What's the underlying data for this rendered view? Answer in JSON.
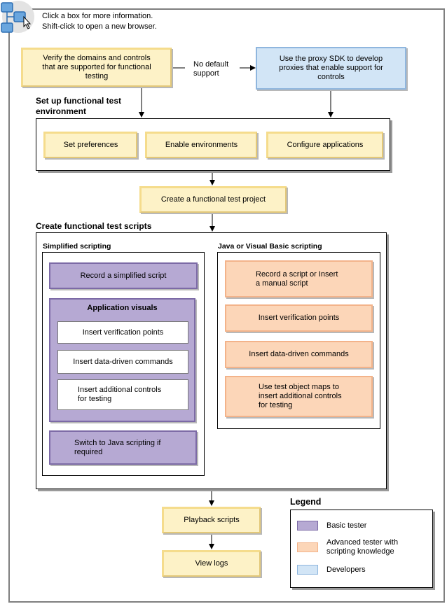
{
  "instructions": {
    "line1": "Click a box for more information.",
    "line2": "Shift-click to open a new browser."
  },
  "top": {
    "verify": "Verify the domains and controls that are supported for functional testing",
    "no_default": "No default support",
    "proxy": "Use the proxy SDK to develop proxies that enable support for controls"
  },
  "setup": {
    "heading": "Set up functional test environment",
    "set_preferences": "Set preferences",
    "enable_environments": "Enable environments",
    "configure_applications": "Configure applications"
  },
  "create_project": "Create a functional test project",
  "scripts": {
    "heading": "Create functional test scripts",
    "simplified": {
      "heading": "Simplified scripting",
      "record": "Record a simplified script",
      "app_visuals": {
        "heading": "Application visuals",
        "verification": "Insert verification points",
        "data_driven": "Insert data-driven commands",
        "additional": "Insert additional controls for testing"
      },
      "switch_java": "Switch to Java scripting if required"
    },
    "java": {
      "heading": "Java or Visual Basic scripting",
      "record": "Record a script or Insert a manual script",
      "verification": "Insert verification points",
      "data_driven": "Insert data-driven commands",
      "object_maps": "Use test object maps to insert additional controls for testing"
    }
  },
  "playback": "Playback scripts",
  "view_logs": "View logs",
  "legend": {
    "title": "Legend",
    "items": [
      {
        "label": "Basic tester",
        "color": "#b6a9d3"
      },
      {
        "label": "Advanced tester with scripting knowledge",
        "color": "#fcd6b8"
      },
      {
        "label": "Developers",
        "color": "#d2e5f6"
      }
    ]
  },
  "colors": {
    "yellow": "#fdf2c7",
    "blue": "#d2e5f6",
    "purple": "#b6a9d3",
    "orange": "#fcd6b8"
  },
  "icons": {
    "corner": "flowchart-click-icon"
  }
}
